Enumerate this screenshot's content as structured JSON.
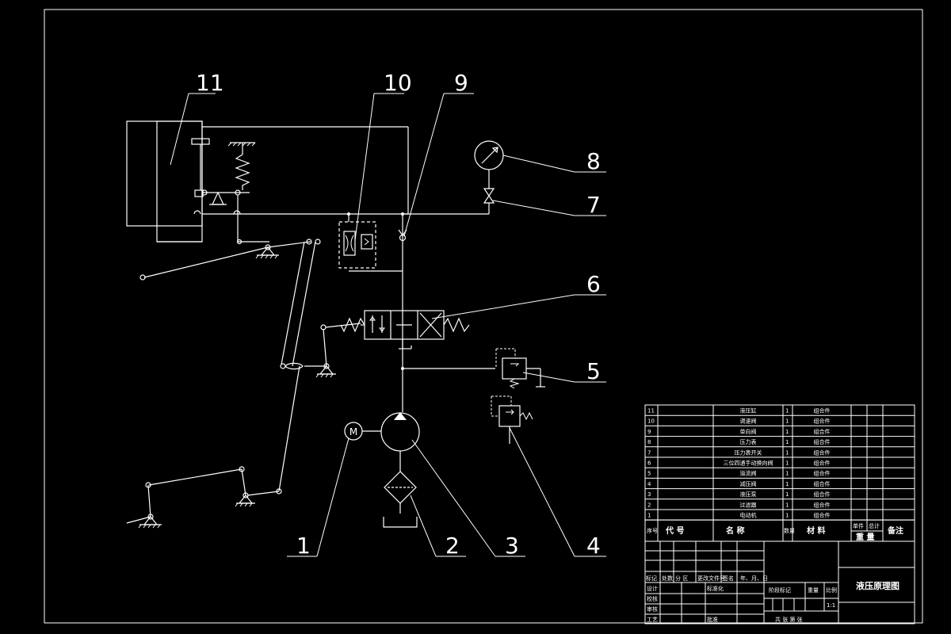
{
  "diagram": {
    "callouts": [
      {
        "id": "11",
        "label": "11"
      },
      {
        "id": "10",
        "label": "10"
      },
      {
        "id": "9",
        "label": "9"
      },
      {
        "id": "8",
        "label": "8"
      },
      {
        "id": "7",
        "label": "7"
      },
      {
        "id": "6",
        "label": "6"
      },
      {
        "id": "5",
        "label": "5"
      },
      {
        "id": "4",
        "label": "4"
      },
      {
        "id": "3",
        "label": "3"
      },
      {
        "id": "2",
        "label": "2"
      },
      {
        "id": "1",
        "label": "1"
      }
    ],
    "motor_symbol": "M"
  },
  "parts_list": {
    "rows": [
      {
        "no": "11",
        "name": "液压缸",
        "qty": "1",
        "material": "组合件"
      },
      {
        "no": "10",
        "name": "调速阀",
        "qty": "1",
        "material": "组合件"
      },
      {
        "no": "9",
        "name": "单向阀",
        "qty": "1",
        "material": "组合件"
      },
      {
        "no": "8",
        "name": "压力表",
        "qty": "1",
        "material": "组合件"
      },
      {
        "no": "7",
        "name": "压力表开关",
        "qty": "1",
        "material": "组合件"
      },
      {
        "no": "6",
        "name": "三位四通手动换向阀",
        "qty": "1",
        "material": "组合件"
      },
      {
        "no": "5",
        "name": "溢流阀",
        "qty": "1",
        "material": "组合件"
      },
      {
        "no": "4",
        "name": "减压阀",
        "qty": "1",
        "material": "组合件"
      },
      {
        "no": "3",
        "name": "液压泵",
        "qty": "1",
        "material": "组合件"
      },
      {
        "no": "2",
        "name": "过滤器",
        "qty": "1",
        "material": "组合件"
      },
      {
        "no": "1",
        "name": "电动机",
        "qty": "1",
        "material": "组合件"
      }
    ],
    "header": {
      "no": "序号",
      "code": "代 号",
      "name": "名 称",
      "qty": "数量",
      "material": "材 料",
      "unit_weight": "单件",
      "total_weight": "总计",
      "weight": "重 量",
      "remark": "备注"
    }
  },
  "title_block": {
    "drawing_title": "液压原理图",
    "rev_row": [
      "标记",
      "处数",
      "分 区",
      "更改文件号",
      "签名",
      "年、月、日"
    ],
    "design": "设计",
    "standardize": "标准化",
    "check": "审核",
    "approve": "批准",
    "process": "工艺",
    "stage_mark": "阶段标记",
    "weight": "重量",
    "scale": "比例",
    "scale_value": "1:1",
    "sheets": "共  张  第  张",
    "proofread": "校核"
  }
}
